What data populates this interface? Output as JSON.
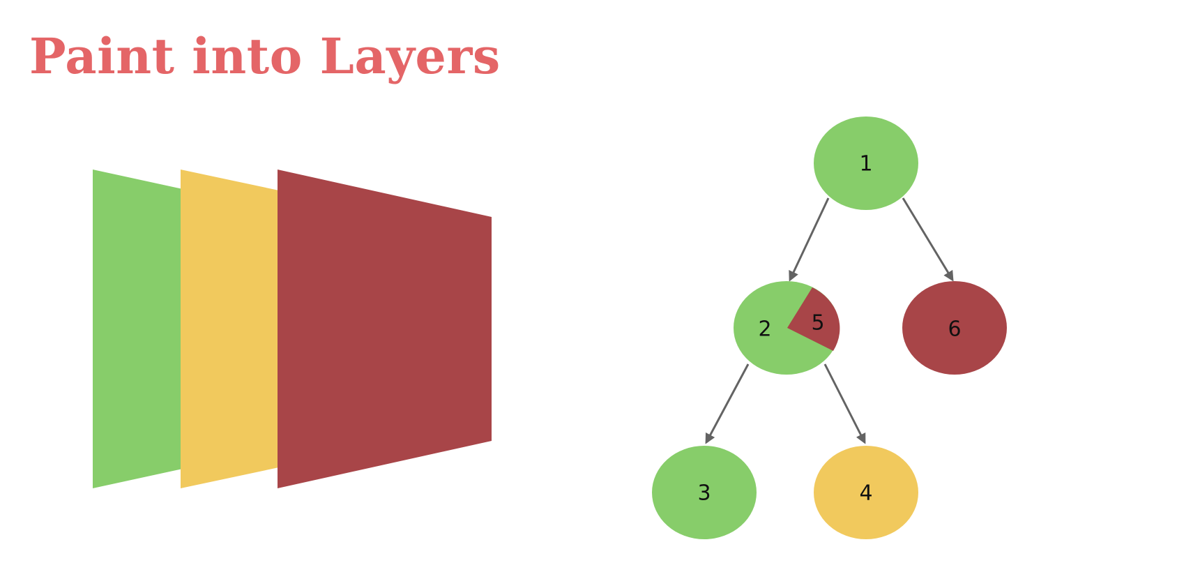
{
  "slide": {
    "title": "Paint into Layers"
  },
  "colors": {
    "title": "#e46567",
    "green": "#87cd6a",
    "yellow": "#f1c95d",
    "red": "#a84548",
    "arrow": "#636363"
  },
  "layers": [
    {
      "name": "green-layer",
      "color": "green"
    },
    {
      "name": "yellow-layer",
      "color": "yellow"
    },
    {
      "name": "red-layer",
      "color": "red"
    }
  ],
  "tree": {
    "nodes": [
      {
        "id": "1",
        "label": "1",
        "color": "green"
      },
      {
        "id": "2",
        "label": "2",
        "color": "green"
      },
      {
        "id": "5",
        "label": "5",
        "color": "red"
      },
      {
        "id": "6",
        "label": "6",
        "color": "red"
      },
      {
        "id": "3",
        "label": "3",
        "color": "green"
      },
      {
        "id": "4",
        "label": "4",
        "color": "yellow"
      }
    ],
    "edges": [
      {
        "from": "1",
        "to": "2"
      },
      {
        "from": "1",
        "to": "6"
      },
      {
        "from": "2",
        "to": "3"
      },
      {
        "from": "2",
        "to": "4"
      }
    ]
  }
}
